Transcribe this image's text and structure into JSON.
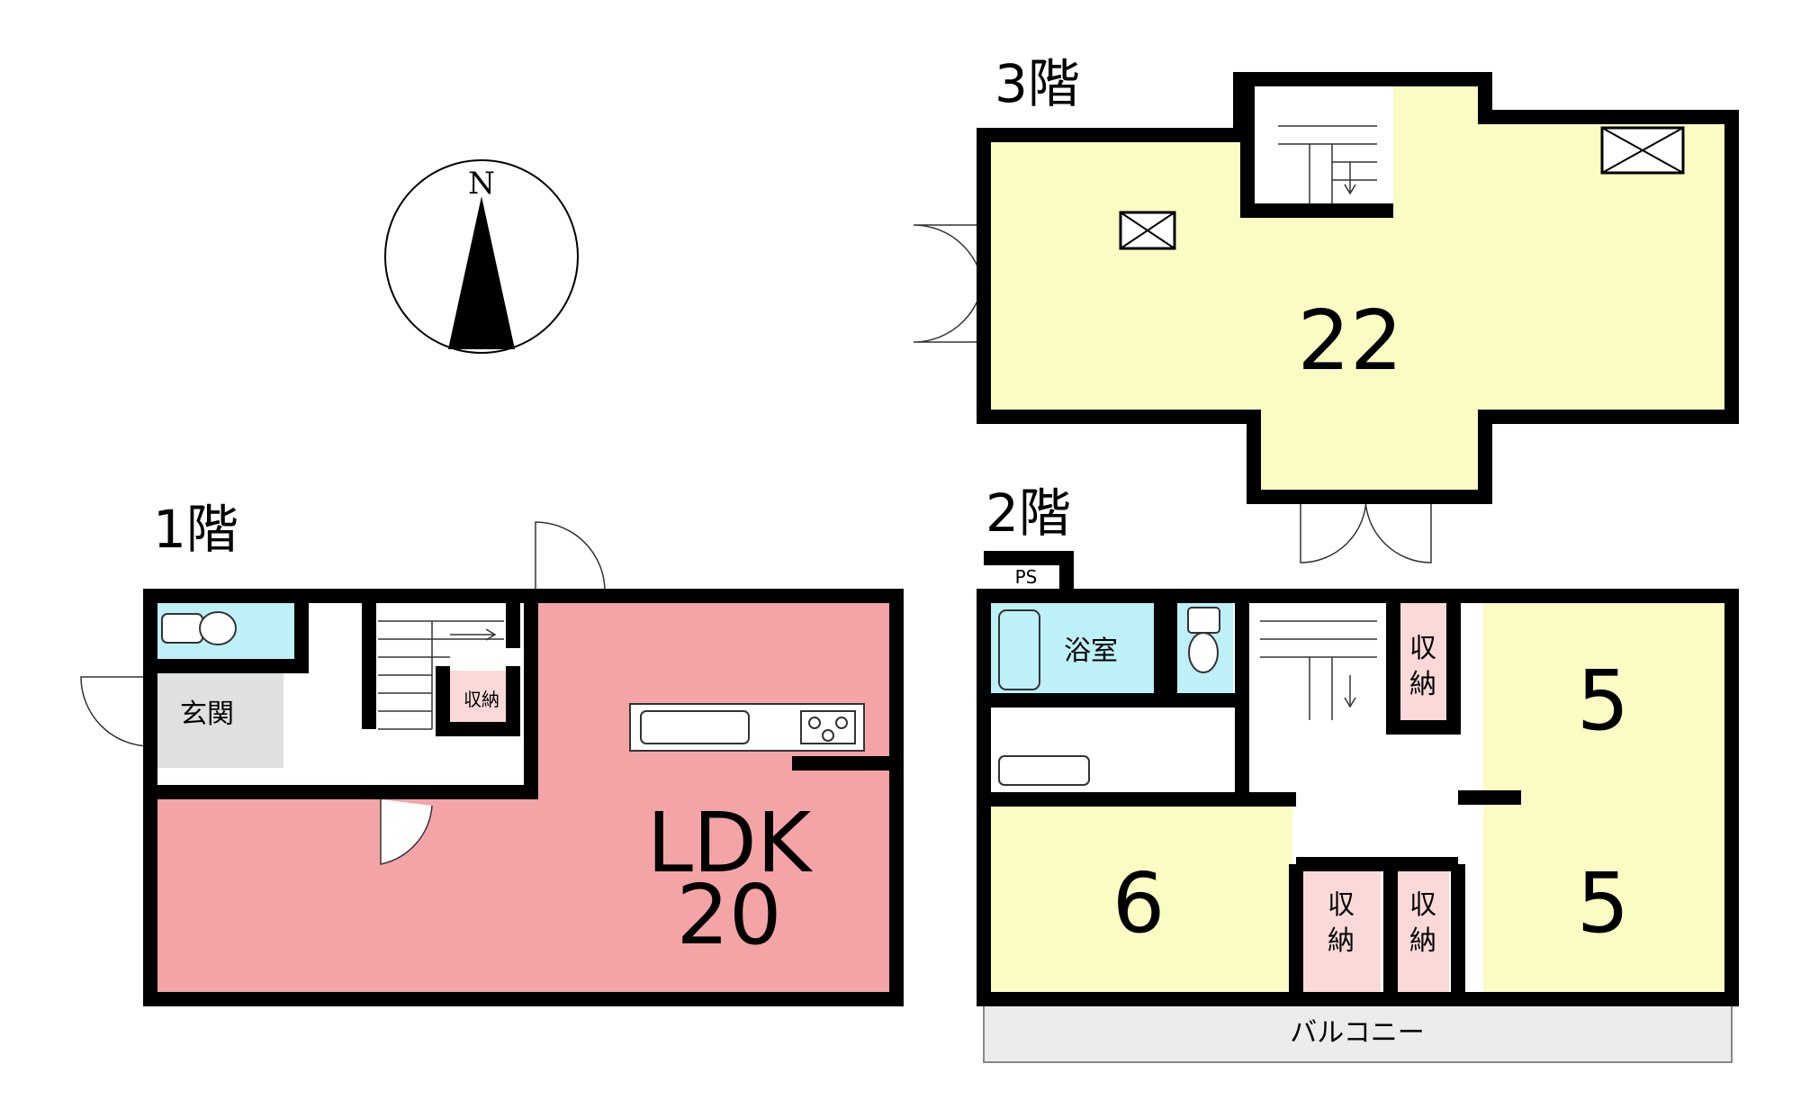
{
  "floors": {
    "first": {
      "label": "1階",
      "entrance": "玄関",
      "storage": "収納",
      "ldk_name": "LDK",
      "ldk_size": "20"
    },
    "second": {
      "label": "2階",
      "ps": "PS",
      "bath": "浴室",
      "storage_top": "収納",
      "storage_bottom_left": "収納",
      "storage_bottom_right": "収納",
      "room_right_top": "5",
      "room_right_bottom": "5",
      "room_left": "6",
      "balcony": "バルコニー"
    },
    "third": {
      "label": "3階",
      "room_size": "22"
    }
  },
  "compass": {
    "north": "N"
  },
  "colors": {
    "ldk": "#f4a3a6",
    "room": "#fbfbc4",
    "wet": "#bdf0f7",
    "storage": "#fbd9d9",
    "entrance": "#e0e0e0",
    "wall": "#000000"
  }
}
